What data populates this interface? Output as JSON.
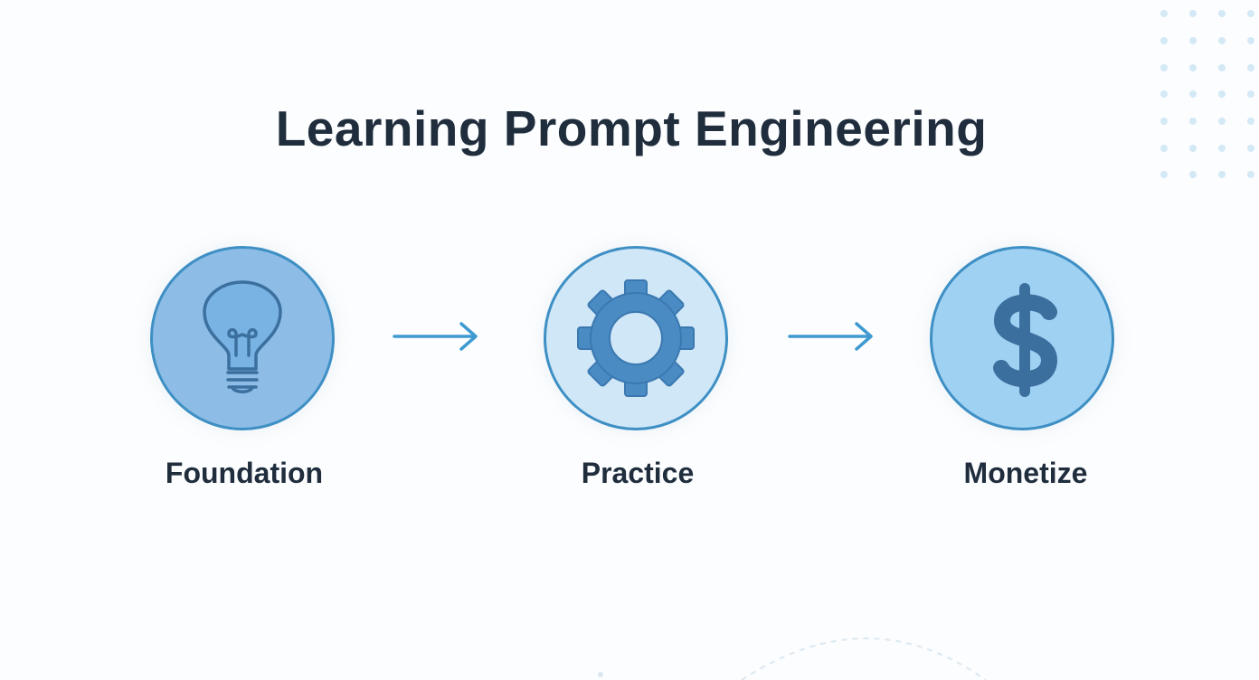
{
  "title": "Learning Prompt Engineering",
  "steps": [
    {
      "label": "Foundation",
      "icon": "lightbulb-icon"
    },
    {
      "label": "Practice",
      "icon": "gear-icon"
    },
    {
      "label": "Monetize",
      "icon": "dollar-icon"
    }
  ],
  "colors": {
    "title_text": "#1f2d3d",
    "circle_border": "#3e8fc4",
    "foundation_fill": "#8dbde6",
    "practice_fill": "#cfe7f7",
    "monetize_fill": "#9fd1f3",
    "icon_stroke": "#3b6f9e",
    "gear_fill": "#4a8bc4",
    "dollar_fill": "#3b6f9e",
    "arrow": "#3e9ad0",
    "dots": "#d7ebf7"
  }
}
